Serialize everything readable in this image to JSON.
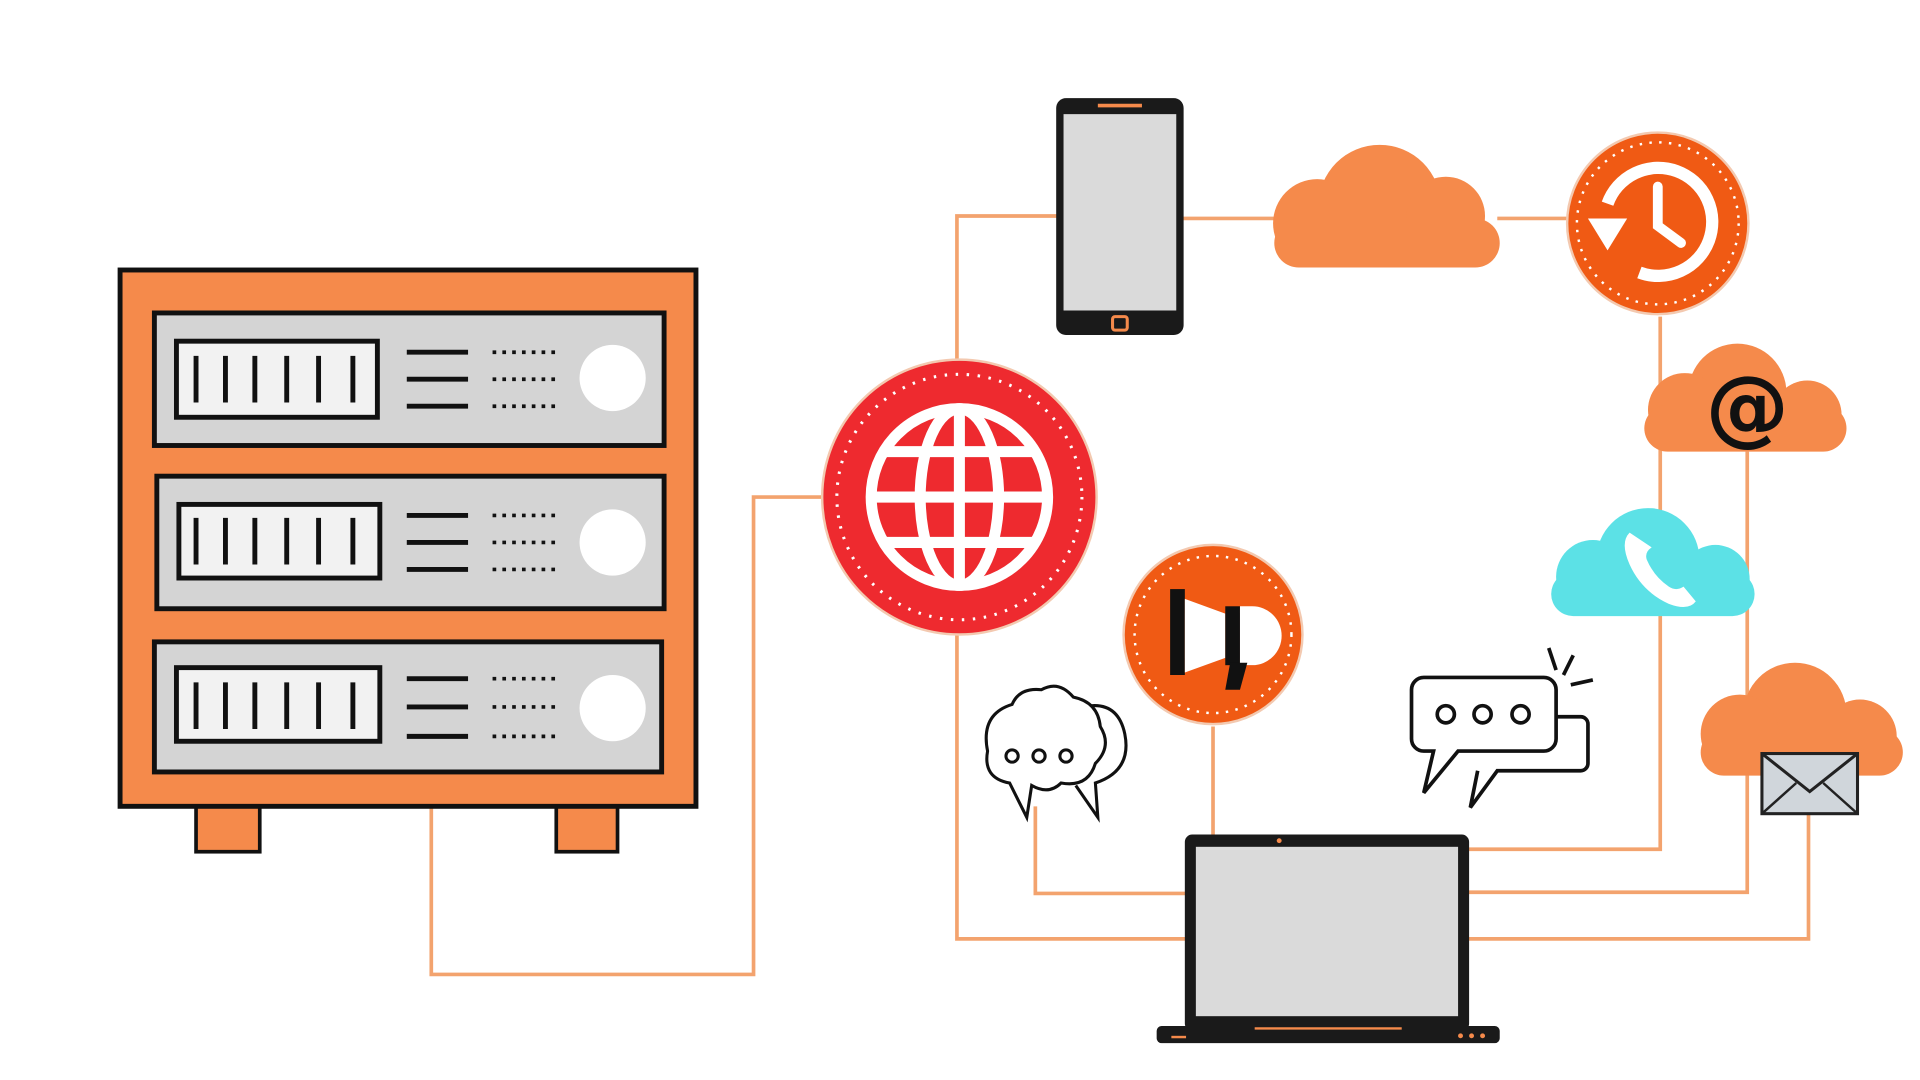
{
  "diagram": {
    "colors": {
      "orange": "#F58A4B",
      "orange_dark": "#F05A14",
      "red": "#EE2A2F",
      "cyan": "#5CE1E6",
      "line": "#F3A36E",
      "device_screen": "#DADADA",
      "outline": "#111111"
    },
    "nodes": [
      {
        "id": "server-rack",
        "icon": "server-rack-icon"
      },
      {
        "id": "globe",
        "icon": "globe-icon"
      },
      {
        "id": "smartphone",
        "icon": "smartphone-icon"
      },
      {
        "id": "cloud",
        "icon": "cloud-icon"
      },
      {
        "id": "backup-history",
        "icon": "backup-clock-icon"
      },
      {
        "id": "email-cloud",
        "icon": "at-sign-cloud-icon",
        "text": "@"
      },
      {
        "id": "phone-cloud",
        "icon": "phone-cloud-icon"
      },
      {
        "id": "mail-cloud",
        "icon": "envelope-cloud-icon"
      },
      {
        "id": "megaphone",
        "icon": "megaphone-icon"
      },
      {
        "id": "chat-bubbles-left",
        "icon": "chat-bubbles-icon"
      },
      {
        "id": "chat-bubbles-right",
        "icon": "chat-bubbles-icon"
      },
      {
        "id": "laptop",
        "icon": "laptop-icon"
      }
    ],
    "connections": [
      [
        "server-rack",
        "globe"
      ],
      [
        "globe",
        "smartphone"
      ],
      [
        "globe",
        "laptop"
      ],
      [
        "smartphone",
        "cloud"
      ],
      [
        "cloud",
        "backup-history"
      ],
      [
        "backup-history",
        "laptop"
      ],
      [
        "email-cloud",
        "laptop"
      ],
      [
        "mail-cloud",
        "laptop"
      ],
      [
        "chat-bubbles-left",
        "laptop"
      ],
      [
        "megaphone",
        "laptop"
      ]
    ]
  }
}
